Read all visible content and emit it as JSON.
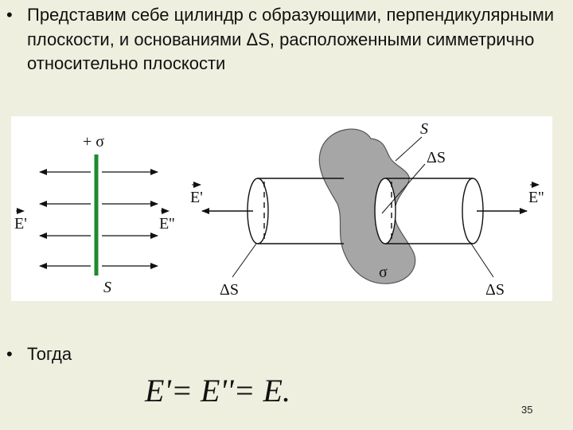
{
  "bullets": [
    {
      "symbol": "•",
      "text": "Представим себе цилиндр с образующими, перпендикулярными плоскости, и основаниями ΔS, расположенными симметрично относительно плоскости"
    },
    {
      "symbol": "•",
      "text": "Тогда"
    }
  ],
  "figure": {
    "left": {
      "top_label": "+ σ",
      "bottom_label": "S",
      "e_left": "E'",
      "e_right": "E''"
    },
    "right": {
      "s_label": "S",
      "ds_top": "ΔS",
      "e_left": "E'",
      "e_right": "E''",
      "sigma": "σ",
      "ds_bottom_left": "ΔS",
      "ds_bottom_right": "ΔS"
    },
    "colors": {
      "plane_line": "#1f8a2e",
      "sheet_fill": "#a6a6a6",
      "sheet_stroke": "#555555"
    }
  },
  "formula": "E'= E''= E.",
  "page_number": "35"
}
